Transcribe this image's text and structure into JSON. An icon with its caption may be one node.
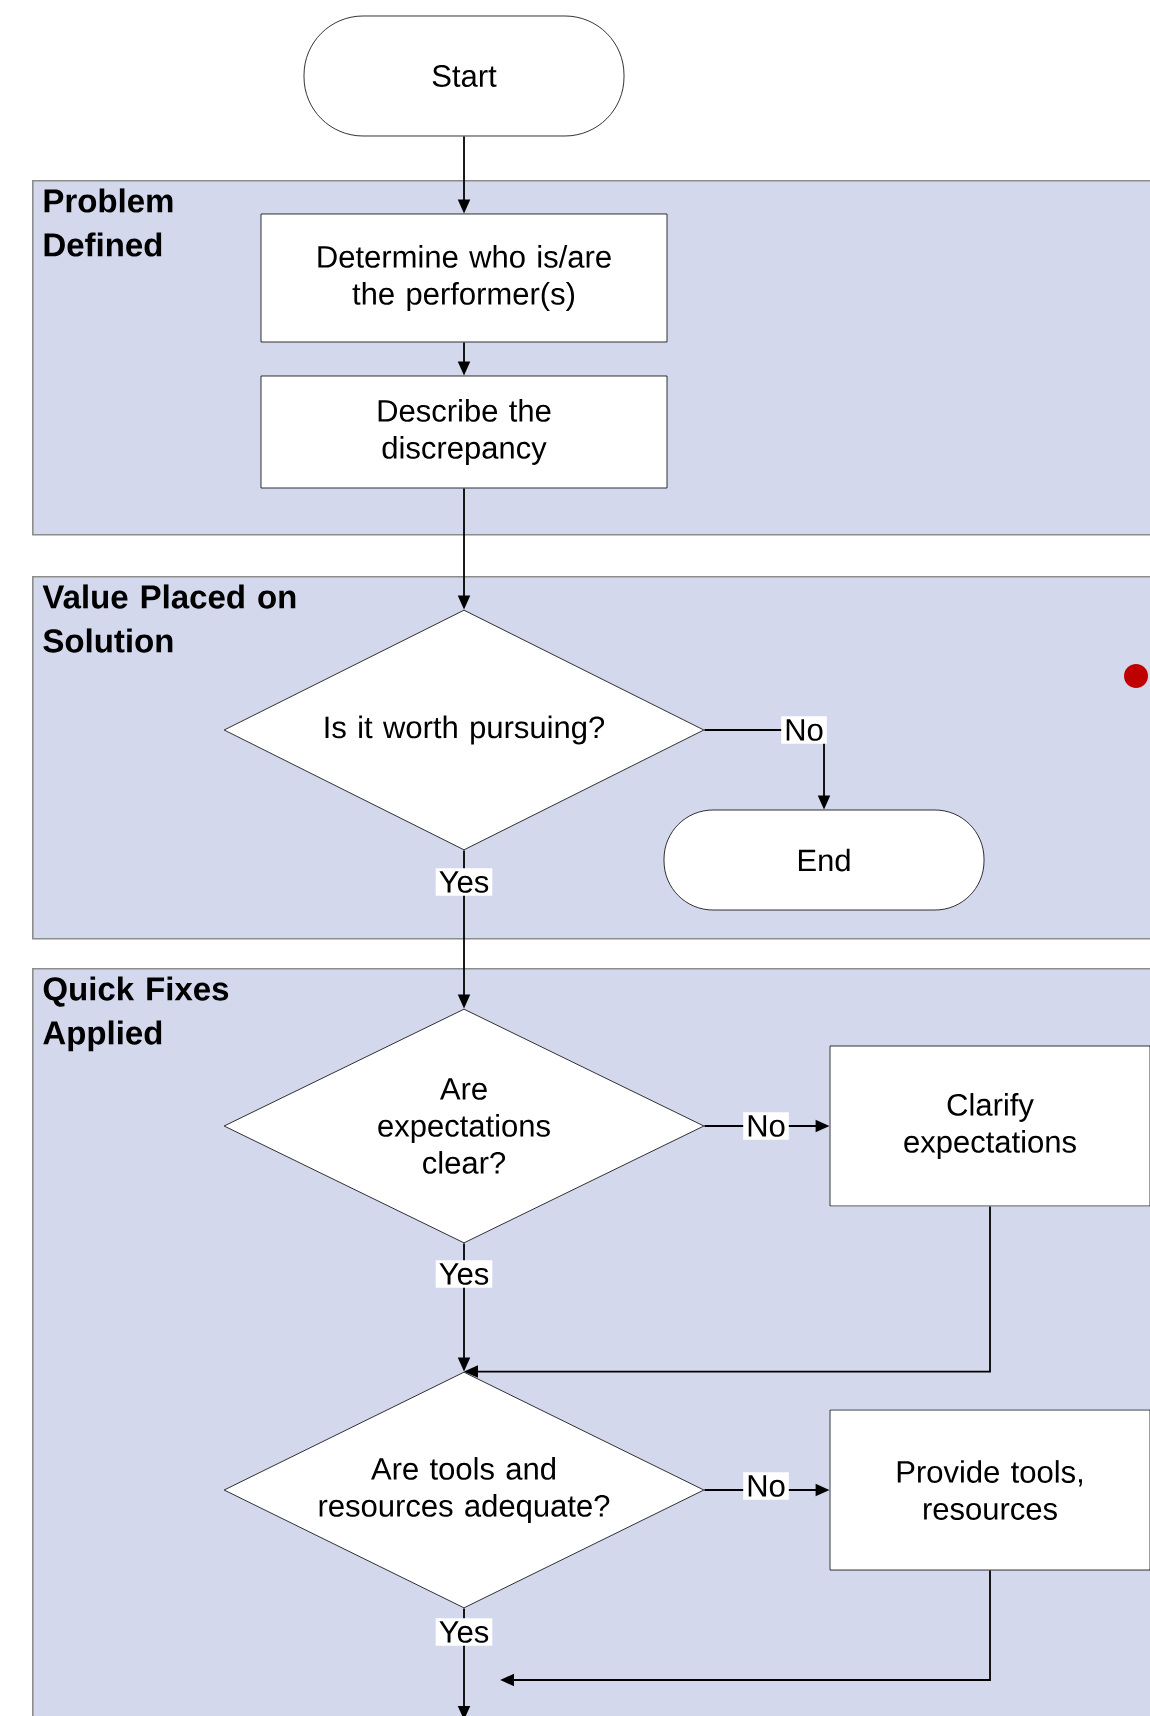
{
  "diagram": {
    "nodes": [
      {
        "text": [
          "Start"
        ]
      },
      {
        "text": [
          "Problem Defined"
        ]
      },
      {
        "text": [
          "Determine who is/are the performer(s)"
        ],
        "in": 1
      },
      {
        "text": [
          "Describe the discrepancy"
        ],
        "in": 1
      },
      {
        "text": [
          "Value Placed on Solution"
        ]
      },
      {
        "text": [
          "Is it worth pursuing?"
        ],
        "in": 4
      },
      {
        "text": [
          "End"
        ],
        "in": 4
      },
      {
        "text": [
          "Quick Fixes Applied"
        ]
      },
      {
        "text": [
          "Are expectations clear?"
        ],
        "in": 7
      },
      {
        "text": [
          "Clarify expectations"
        ],
        "in": 7
      },
      {
        "text": [
          "Are tools and resources adequate?"
        ],
        "in": 7
      },
      {
        "text": [
          "Provide tools, resources"
        ],
        "in": 7
      }
    ],
    "edges": [
      {
        "from": 0,
        "to": 2,
        "arrow": "to"
      },
      {
        "from": 2,
        "to": 3,
        "arrow": "to"
      },
      {
        "from": 3,
        "to": 5,
        "arrow": "to"
      },
      {
        "from": 5,
        "to": 6,
        "arrow": "to",
        "label": "No"
      },
      {
        "from": 5,
        "to": 8,
        "arrow": "to",
        "label": "Yes"
      },
      {
        "from": 8,
        "to": 9,
        "arrow": "to",
        "label": "No"
      },
      {
        "from": 8,
        "to": 10,
        "arrow": "to",
        "label": "Yes"
      },
      {
        "from": 9,
        "to": 10,
        "arrow": "to"
      },
      {
        "from": 10,
        "to": 11,
        "arrow": "to",
        "label": "No"
      },
      {
        "from": 10,
        "to": null,
        "arrow": "to",
        "label": "Yes"
      },
      {
        "from": 11,
        "to": null,
        "arrow": "to"
      }
    ]
  }
}
